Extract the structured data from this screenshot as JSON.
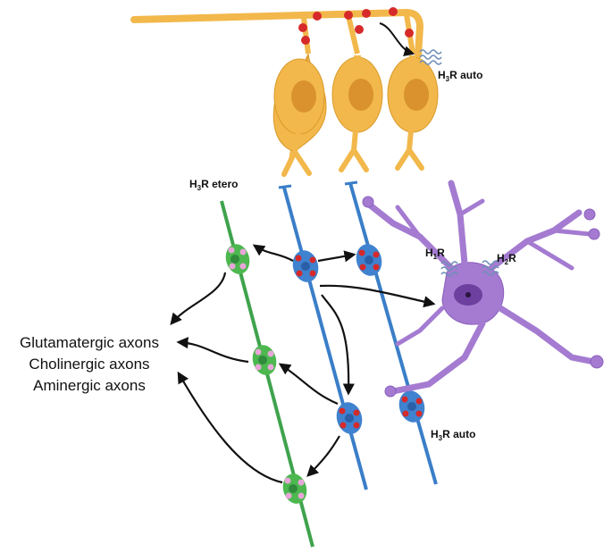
{
  "labels": {
    "h3r_auto_top": {
      "base": "H",
      "sub": "3",
      "rest": "R auto"
    },
    "h3r_etero": {
      "base": "H",
      "sub": "3",
      "rest": "R etero"
    },
    "h1r": {
      "base": "H",
      "sub": "1",
      "rest": "R"
    },
    "h2r": {
      "base": "H",
      "sub": "2",
      "rest": "R"
    },
    "h3r_auto_bottom": {
      "base": "H",
      "sub": "3",
      "rest": "R auto"
    },
    "axon_types": [
      "Glutamatergic axons",
      "Cholinergic axons",
      "Aminergic axons"
    ]
  },
  "colors": {
    "orange_neuron": "#f2b84b",
    "orange_outline": "#d89a2a",
    "orange_nucleus": "#d9922e",
    "histamine_dot": "#d62a2a",
    "blue_axon": "#3a7ec8",
    "blue_varicosity": "#3f82cf",
    "green_axon": "#3fa34d",
    "green_varicosity": "#4cb84f",
    "pink_dot": "#e8a6d8",
    "microglia": "#a47bd1",
    "microglia_nucleus": "#6d3f9e",
    "receptor": "#6f8fb8",
    "arrow": "#111111"
  }
}
